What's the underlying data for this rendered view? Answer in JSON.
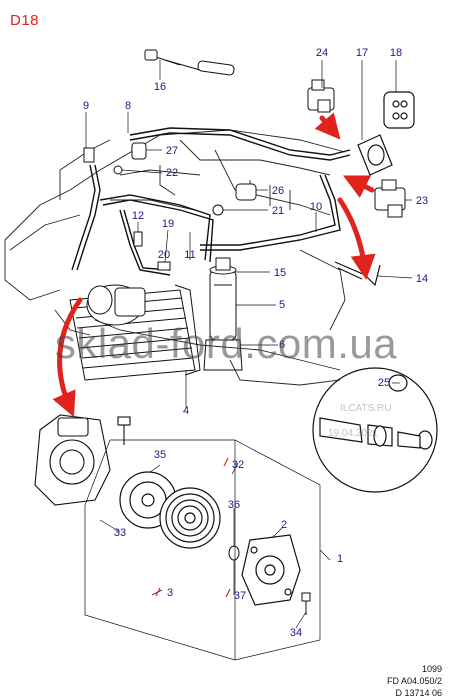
{
  "sheet_code": "D18",
  "callouts": [
    {
      "id": "c16",
      "text": "16"
    },
    {
      "id": "c24",
      "text": "24"
    },
    {
      "id": "c17",
      "text": "17"
    },
    {
      "id": "c18",
      "text": "18"
    },
    {
      "id": "c9",
      "text": "9"
    },
    {
      "id": "c8",
      "text": "8"
    },
    {
      "id": "c27",
      "text": "27"
    },
    {
      "id": "c22",
      "text": "22"
    },
    {
      "id": "c26",
      "text": "26"
    },
    {
      "id": "c21",
      "text": "21"
    },
    {
      "id": "c10",
      "text": "10"
    },
    {
      "id": "c23",
      "text": "23"
    },
    {
      "id": "c12",
      "text": "12"
    },
    {
      "id": "c19",
      "text": "19"
    },
    {
      "id": "c11",
      "text": "11"
    },
    {
      "id": "c20",
      "text": "20"
    },
    {
      "id": "c15",
      "text": "15"
    },
    {
      "id": "c14",
      "text": "14"
    },
    {
      "id": "c5",
      "text": "5"
    },
    {
      "id": "c6",
      "text": "6"
    },
    {
      "id": "c4",
      "text": "4"
    },
    {
      "id": "c25",
      "text": "25"
    },
    {
      "id": "c35",
      "text": "35"
    },
    {
      "id": "c32",
      "text": "32"
    },
    {
      "id": "c36",
      "text": "36"
    },
    {
      "id": "c2",
      "text": "2"
    },
    {
      "id": "c33",
      "text": "33"
    },
    {
      "id": "c1",
      "text": "1"
    },
    {
      "id": "c3",
      "text": "3"
    },
    {
      "id": "c37",
      "text": "37"
    },
    {
      "id": "c34",
      "text": "34"
    }
  ],
  "footer": {
    "line1": "1099",
    "line2": "FD A04.050/2",
    "line3": "D 13714 06"
  },
  "watermark": {
    "main": "sklad-ford.com.ua",
    "secondary": "ILCATS.RU",
    "date": "19.04.2021"
  },
  "colors": {
    "callout_text": "#1a1a8c",
    "sheet_code": "#e0231b",
    "arrow": "#e0231b",
    "line_art": "#111111"
  }
}
